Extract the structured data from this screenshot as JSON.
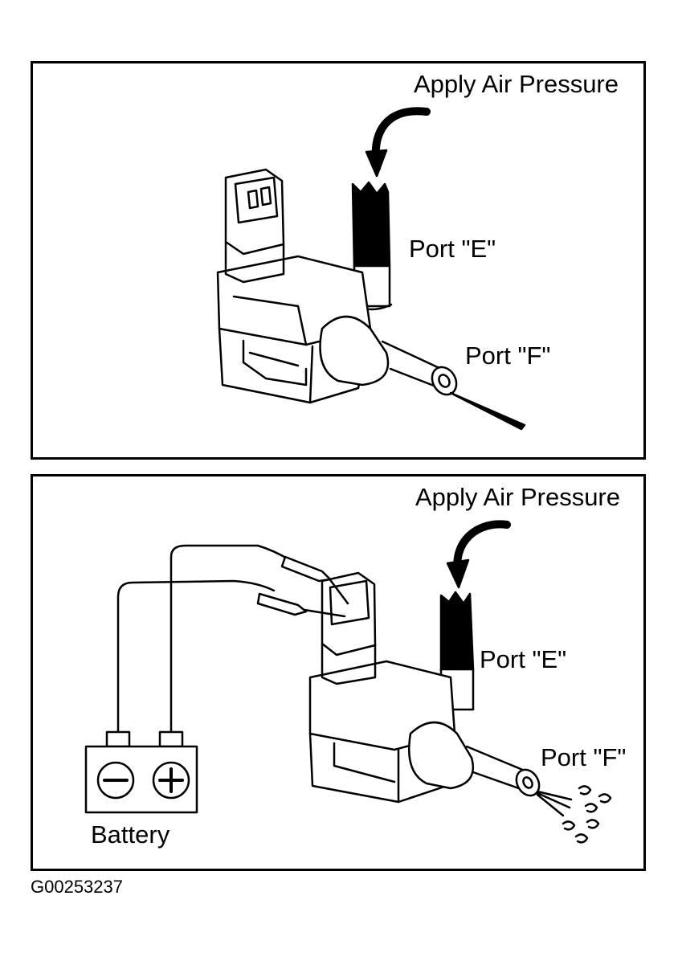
{
  "top_panel": {
    "apply_label": "Apply Air Pressure",
    "port_e_label": "Port \"E\"",
    "port_f_label": "Port \"F\""
  },
  "bottom_panel": {
    "apply_label": "Apply Air Pressure",
    "port_e_label": "Port \"E\"",
    "port_f_label": "Port \"F\"",
    "battery_label": "Battery"
  },
  "figure_code": "G00253237",
  "colors": {
    "ink": "#000000",
    "paper": "#ffffff"
  },
  "icons": [
    "curved-arrow-icon",
    "minus-terminal-icon",
    "plus-terminal-icon"
  ]
}
